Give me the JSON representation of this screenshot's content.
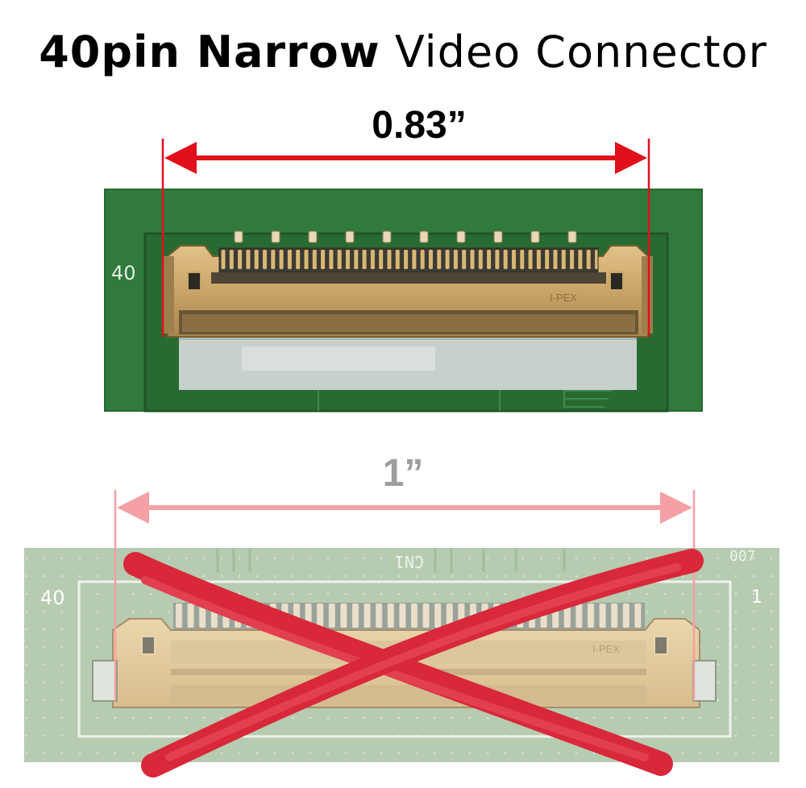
{
  "title": {
    "bold": "40pin Narrow",
    "regular": "Video Connector"
  },
  "top_connector": {
    "width_label": "0.83”",
    "pin_label": "40",
    "brand_mark": "I-PEX",
    "status": "correct"
  },
  "bottom_connector": {
    "width_label": "1”",
    "pin_label_left": "40",
    "pin_label_right": "1",
    "board_mark": "CN1",
    "corner_mark": "007",
    "brand_mark": "I-PEX",
    "status": "rejected"
  },
  "colors": {
    "pcb_top": "#2f7a3c",
    "pcb_bottom": "#b7cbb0",
    "connector_gold": "#c8a66a",
    "arrow_red": "#e0101a",
    "arrow_pink": "#f4a0a4",
    "cross_red": "#d8283a"
  },
  "icons": [
    "double-arrow-icon",
    "x-cross-icon"
  ]
}
